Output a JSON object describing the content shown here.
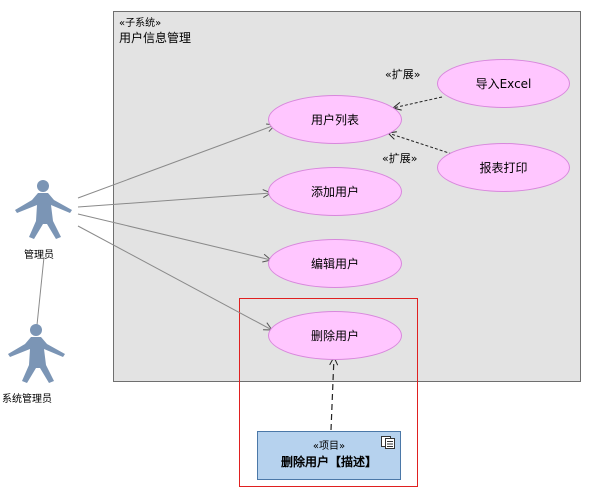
{
  "subsystem": {
    "stereotype": "«子系统»",
    "title": "用户信息管理"
  },
  "actors": {
    "admin": "管理员",
    "system_admin": "系统管理员"
  },
  "use_cases": {
    "user_list": "用户列表",
    "add_user": "添加用户",
    "edit_user": "编辑用户",
    "delete_user": "删除用户",
    "import_excel": "导入Excel",
    "report_print": "报表打印"
  },
  "extend_labels": {
    "import": "«扩展»",
    "report": "«扩展»"
  },
  "artifact": {
    "stereotype": "«项目»",
    "title": "删除用户【描述】"
  },
  "colors": {
    "subsystem_fill": "#e3e3e3",
    "use_case_fill": "#ffc6ff",
    "use_case_border": "#d887dc",
    "actor": "#7b95b5",
    "highlight_border": "#e02020",
    "artifact_fill": "#b6d2ee"
  }
}
